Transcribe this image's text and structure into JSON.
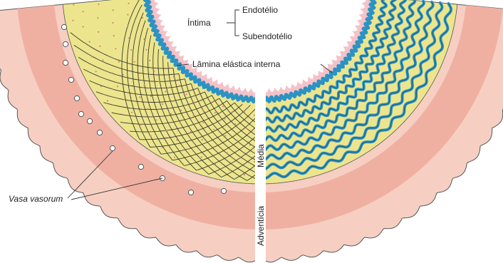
{
  "labels": {
    "intima": "Íntima",
    "endotelio": "Endotélio",
    "subendotelio": "Subendotélio",
    "lamina": "Lâmina elástica interna",
    "media": "Média",
    "adventicia": "Adventícia",
    "vasa": "Vasa vasorum"
  },
  "colors": {
    "adventitia_outer": "#f6cfc2",
    "adventitia_inner": "#efb0a2",
    "media": "#ece58e",
    "intima": "#f4c2c8",
    "elastic": "#2a93c4",
    "outline": "#444444",
    "separator": "#ffffff"
  }
}
